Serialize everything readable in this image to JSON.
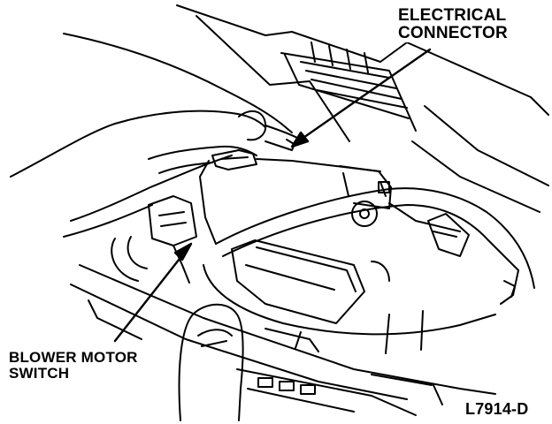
{
  "callouts": {
    "electrical_connector": {
      "line1": "ELECTRICAL",
      "line2": "CONNECTOR"
    },
    "blower_motor_switch": {
      "line1": "BLOWER MOTOR",
      "line2": "SWITCH"
    }
  },
  "figure_id": "L7914-D"
}
